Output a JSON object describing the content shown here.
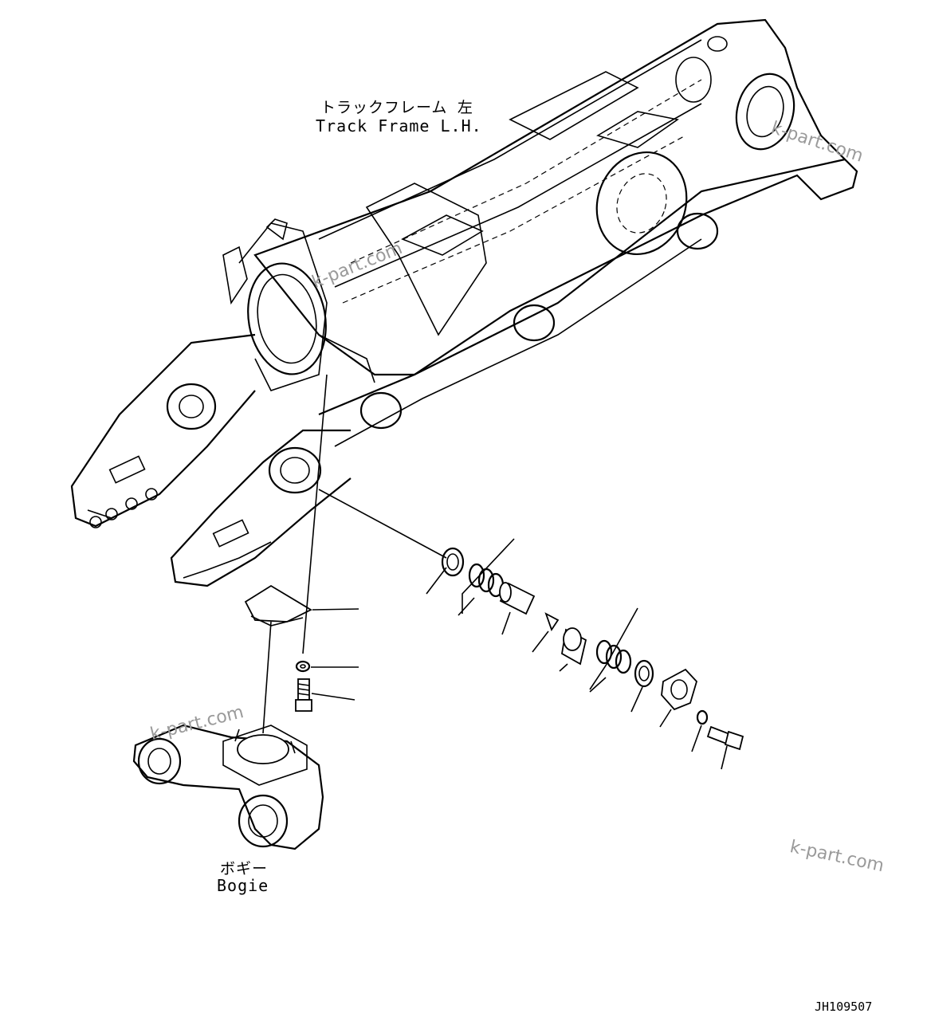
{
  "labels": {
    "track_frame_jp": "トラックフレーム 左",
    "track_frame_en": "Track Frame L.H.",
    "bogie_jp": "ボギー",
    "bogie_en": "Bogie",
    "drawing_code": "JH109507"
  },
  "watermarks": [
    "k-part.com",
    "k-part.com",
    "k-part.com",
    "k-part.com"
  ]
}
